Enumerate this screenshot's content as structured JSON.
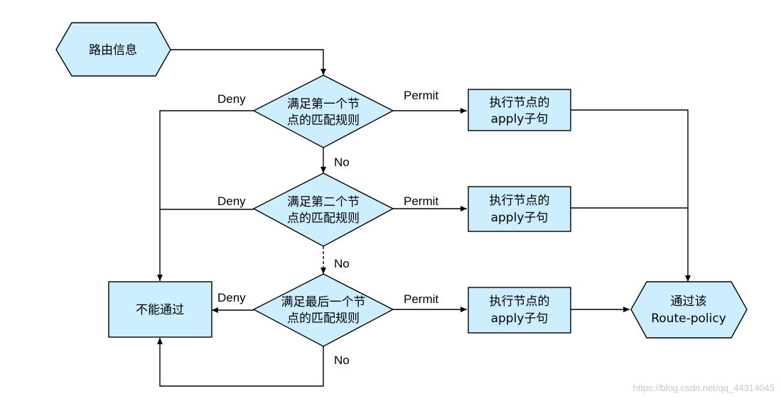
{
  "nodes": {
    "route_info": "路由信息",
    "match1": [
      "满足第一个节",
      "点的匹配规则"
    ],
    "match2": [
      "满足第二个节",
      "点的匹配规则"
    ],
    "match_last": [
      "满足最后一个节",
      "点的匹配规则"
    ],
    "apply1": [
      "执行节点的",
      "apply子句"
    ],
    "apply2": [
      "执行节点的",
      "apply子句"
    ],
    "apply_last": [
      "执行节点的",
      "apply子句"
    ],
    "reject": "不能通过",
    "pass": [
      "通过该",
      "Route-policy"
    ]
  },
  "edges": {
    "deny1": "Deny",
    "deny2": "Deny",
    "deny_last": "Deny",
    "permit1": "Permit",
    "permit2": "Permit",
    "permit_last": "Permit",
    "no1": "No",
    "no2": "No",
    "no_last": "No"
  },
  "watermark": "https://blog.csdn.net/qq_44314045",
  "colors": {
    "shape_fill": "#cceeff",
    "line": "#000000"
  }
}
